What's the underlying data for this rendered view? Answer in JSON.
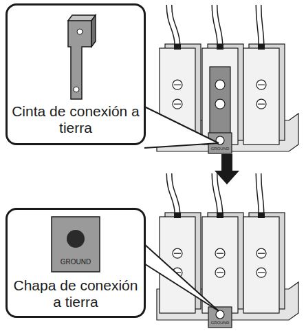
{
  "diagram": {
    "nodes": [
      {
        "text": [
          "Cinta de conexión a tierra"
        ]
      },
      {
        "text": [
          "Chapa de conexión a tierra"
        ]
      }
    ],
    "labels": [
      "GROUND",
      "GROUND",
      "GROUND"
    ]
  }
}
